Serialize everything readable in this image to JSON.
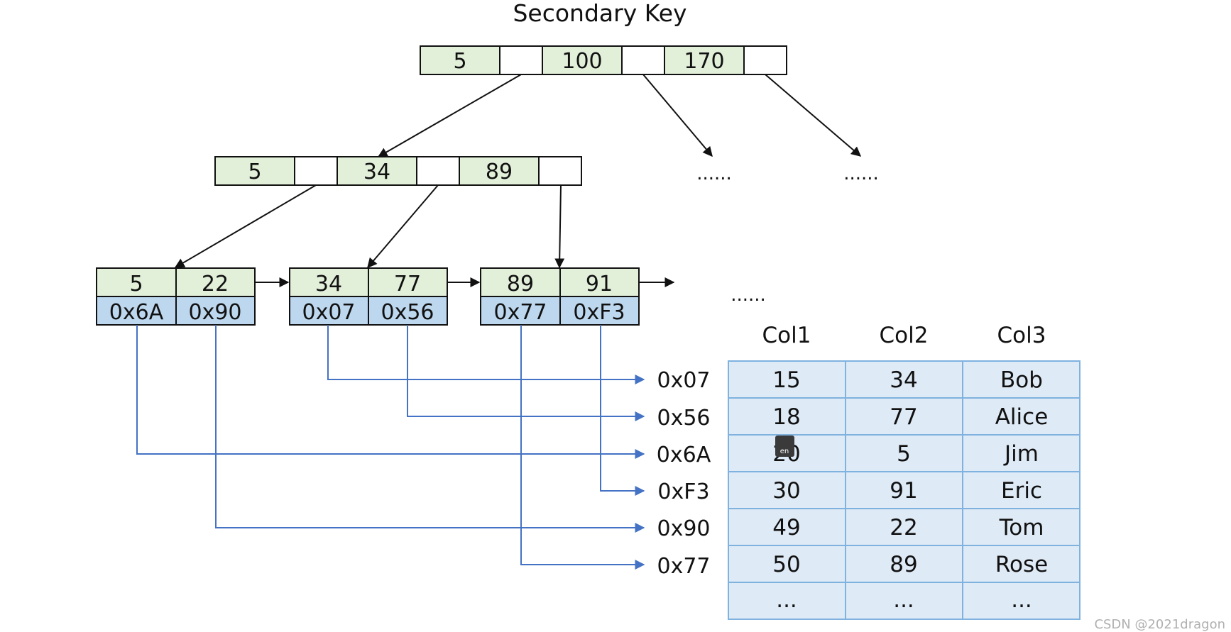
{
  "title": "Secondary Key",
  "root_node": {
    "keys": [
      "5",
      "100",
      "170"
    ]
  },
  "internal_node": {
    "keys": [
      "5",
      "34",
      "89"
    ]
  },
  "ellipsis": [
    "......",
    "......",
    "......"
  ],
  "leaf_nodes": [
    {
      "keys": [
        "5",
        "22"
      ],
      "addrs": [
        "0x6A",
        "0x90"
      ]
    },
    {
      "keys": [
        "34",
        "77"
      ],
      "addrs": [
        "0x07",
        "0x56"
      ]
    },
    {
      "keys": [
        "89",
        "91"
      ],
      "addrs": [
        "0x77",
        "0xF3"
      ]
    }
  ],
  "row_addresses": [
    "0x07",
    "0x56",
    "0x6A",
    "0xF3",
    "0x90",
    "0x77"
  ],
  "table": {
    "columns": [
      "Col1",
      "Col2",
      "Col3"
    ],
    "rows": [
      [
        "15",
        "34",
        "Bob"
      ],
      [
        "18",
        "77",
        "Alice"
      ],
      [
        "20",
        "5",
        "Jim"
      ],
      [
        "30",
        "91",
        "Eric"
      ],
      [
        "49",
        "22",
        "Tom"
      ],
      [
        "50",
        "89",
        "Rose"
      ],
      [
        "...",
        "...",
        "..."
      ]
    ]
  },
  "overlay_chip": "en",
  "watermark": "CSDN @2021dragon",
  "colors": {
    "key_fill": "#e2efd9",
    "addr_fill": "#bdd7ee",
    "table_fill": "#deeaf6",
    "table_border": "#7fb2df",
    "link_arrow": "#4472c4"
  }
}
